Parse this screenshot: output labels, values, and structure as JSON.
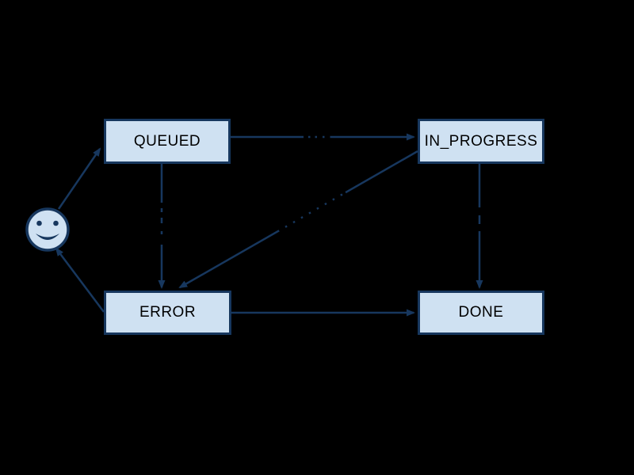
{
  "diagram": {
    "type": "state-machine",
    "background_color": "#000000",
    "node_fill_color": "#cfe1f2",
    "node_border_color": "#17375e",
    "edge_color": "#17375e",
    "node_text_color": "#000000",
    "nodes": [
      {
        "id": "start",
        "kind": "initial-state",
        "icon": "smiley-face-icon",
        "label": ""
      },
      {
        "id": "queued",
        "kind": "state",
        "label": "QUEUED"
      },
      {
        "id": "in_progress",
        "kind": "state",
        "label": "IN_PROGRESS"
      },
      {
        "id": "error",
        "kind": "state",
        "label": "ERROR"
      },
      {
        "id": "done",
        "kind": "state",
        "label": "DONE"
      }
    ],
    "edges": [
      {
        "from": "start",
        "to": "queued"
      },
      {
        "from": "queued",
        "to": "in_progress"
      },
      {
        "from": "queued",
        "to": "error"
      },
      {
        "from": "in_progress",
        "to": "error"
      },
      {
        "from": "in_progress",
        "to": "done"
      },
      {
        "from": "error",
        "to": "done"
      },
      {
        "from": "error",
        "to": "start"
      }
    ]
  }
}
